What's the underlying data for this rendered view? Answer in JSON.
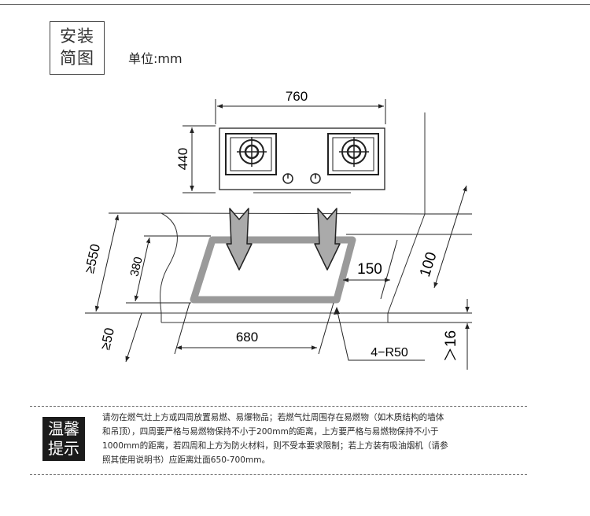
{
  "title": {
    "line1": "安装",
    "line2": "简图"
  },
  "unit_label": "单位:mm",
  "dimensions": {
    "width_760": "760",
    "depth_440": "440",
    "cutout_550": "≥550",
    "cutout_380": "380",
    "cutout_150": "150",
    "edge_100": "100",
    "front_50": "≥50",
    "cutout_680": "680",
    "radius": "4−R50",
    "thickness_16": "＞16"
  },
  "tip": {
    "badge_line1": "温馨",
    "badge_line2": "提示",
    "lines": [
      "请勿在燃气灶上方或四周放置易燃、易爆物品；若燃气灶周围存在易燃物（如木质结构的墙体",
      "和吊顶），四周要严格与易燃物保持不小于200mm的距离，上方要严格与易燃物保持不小于",
      "1000mm的距离，若四周和上方为防火材料，则不受本要求限制；若上方装有吸油烟机（请参",
      "照其使用说明书）应距离灶面650-700mm。"
    ]
  }
}
